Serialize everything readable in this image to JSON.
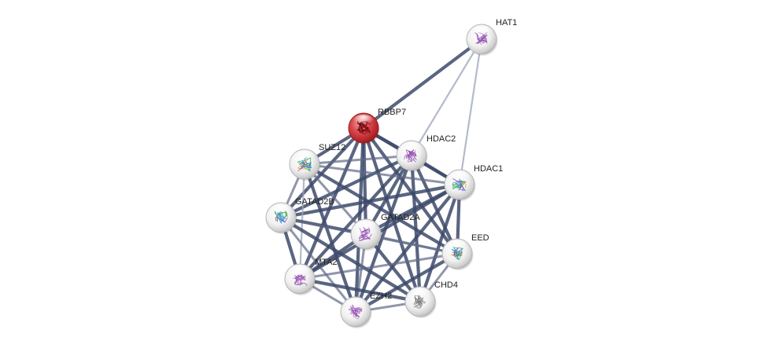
{
  "network": {
    "query_protein": "RBBP7",
    "colors": {
      "node_default": "#e8e8e8",
      "node_query": "#d0393e",
      "edge_strong": "#3d4a6b",
      "edge_medium": "#5f6a87",
      "edge_weak": "#9aa3b8",
      "label": "#222222"
    },
    "nodes": [
      {
        "id": "HAT1",
        "label": "HAT1",
        "structure": "purple"
      },
      {
        "id": "RBBP7",
        "label": "RBBP7",
        "structure": "red",
        "query": true
      },
      {
        "id": "HDAC2",
        "label": "HDAC2",
        "structure": "purple"
      },
      {
        "id": "SUZ12",
        "label": "SUZ12",
        "structure": "multicolor"
      },
      {
        "id": "HDAC1",
        "label": "HDAC1",
        "structure": "multicolor"
      },
      {
        "id": "GATAD2B",
        "label": "GATAD2B",
        "structure": "multicolor"
      },
      {
        "id": "GATAD2A",
        "label": "GATAD2A",
        "structure": "purple"
      },
      {
        "id": "EED",
        "label": "EED",
        "structure": "multicolor"
      },
      {
        "id": "MTA2",
        "label": "MTA2",
        "structure": "purple"
      },
      {
        "id": "CHD4",
        "label": "CHD4",
        "structure": "grey"
      },
      {
        "id": "EZH2",
        "label": "EZH2",
        "structure": "purple"
      }
    ],
    "edges": [
      {
        "source": "HAT1",
        "target": "RBBP7",
        "strength": "strong"
      },
      {
        "source": "HAT1",
        "target": "HDAC2",
        "strength": "weak"
      },
      {
        "source": "HAT1",
        "target": "HDAC1",
        "strength": "weak"
      },
      {
        "source": "RBBP7",
        "target": "HDAC2",
        "strength": "strong"
      },
      {
        "source": "RBBP7",
        "target": "SUZ12",
        "strength": "strong"
      },
      {
        "source": "RBBP7",
        "target": "HDAC1",
        "strength": "strong"
      },
      {
        "source": "RBBP7",
        "target": "GATAD2B",
        "strength": "strong"
      },
      {
        "source": "RBBP7",
        "target": "GATAD2A",
        "strength": "strong"
      },
      {
        "source": "RBBP7",
        "target": "EED",
        "strength": "strong"
      },
      {
        "source": "RBBP7",
        "target": "MTA2",
        "strength": "strong"
      },
      {
        "source": "RBBP7",
        "target": "CHD4",
        "strength": "strong"
      },
      {
        "source": "RBBP7",
        "target": "EZH2",
        "strength": "strong"
      },
      {
        "source": "HDAC2",
        "target": "HDAC1",
        "strength": "strong"
      },
      {
        "source": "HDAC2",
        "target": "SUZ12",
        "strength": "medium"
      },
      {
        "source": "HDAC2",
        "target": "GATAD2B",
        "strength": "strong"
      },
      {
        "source": "HDAC2",
        "target": "GATAD2A",
        "strength": "strong"
      },
      {
        "source": "HDAC2",
        "target": "EED",
        "strength": "strong"
      },
      {
        "source": "HDAC2",
        "target": "MTA2",
        "strength": "strong"
      },
      {
        "source": "HDAC2",
        "target": "CHD4",
        "strength": "strong"
      },
      {
        "source": "HDAC2",
        "target": "EZH2",
        "strength": "strong"
      },
      {
        "source": "HDAC1",
        "target": "SUZ12",
        "strength": "medium"
      },
      {
        "source": "HDAC1",
        "target": "GATAD2B",
        "strength": "strong"
      },
      {
        "source": "HDAC1",
        "target": "GATAD2A",
        "strength": "strong"
      },
      {
        "source": "HDAC1",
        "target": "EED",
        "strength": "strong"
      },
      {
        "source": "HDAC1",
        "target": "MTA2",
        "strength": "strong"
      },
      {
        "source": "HDAC1",
        "target": "CHD4",
        "strength": "strong"
      },
      {
        "source": "HDAC1",
        "target": "EZH2",
        "strength": "strong"
      },
      {
        "source": "SUZ12",
        "target": "GATAD2B",
        "strength": "medium"
      },
      {
        "source": "SUZ12",
        "target": "GATAD2A",
        "strength": "medium"
      },
      {
        "source": "SUZ12",
        "target": "EED",
        "strength": "strong"
      },
      {
        "source": "SUZ12",
        "target": "MTA2",
        "strength": "weak"
      },
      {
        "source": "SUZ12",
        "target": "EZH2",
        "strength": "strong"
      },
      {
        "source": "GATAD2B",
        "target": "GATAD2A",
        "strength": "strong"
      },
      {
        "source": "GATAD2B",
        "target": "MTA2",
        "strength": "strong"
      },
      {
        "source": "GATAD2B",
        "target": "CHD4",
        "strength": "strong"
      },
      {
        "source": "GATAD2B",
        "target": "EZH2",
        "strength": "medium"
      },
      {
        "source": "GATAD2B",
        "target": "EED",
        "strength": "medium"
      },
      {
        "source": "GATAD2A",
        "target": "MTA2",
        "strength": "strong"
      },
      {
        "source": "GATAD2A",
        "target": "CHD4",
        "strength": "strong"
      },
      {
        "source": "GATAD2A",
        "target": "EZH2",
        "strength": "medium"
      },
      {
        "source": "GATAD2A",
        "target": "EED",
        "strength": "medium"
      },
      {
        "source": "EED",
        "target": "CHD4",
        "strength": "medium"
      },
      {
        "source": "EED",
        "target": "EZH2",
        "strength": "strong"
      },
      {
        "source": "EED",
        "target": "MTA2",
        "strength": "medium"
      },
      {
        "source": "MTA2",
        "target": "CHD4",
        "strength": "strong"
      },
      {
        "source": "MTA2",
        "target": "EZH2",
        "strength": "medium"
      },
      {
        "source": "CHD4",
        "target": "EZH2",
        "strength": "medium"
      }
    ]
  }
}
